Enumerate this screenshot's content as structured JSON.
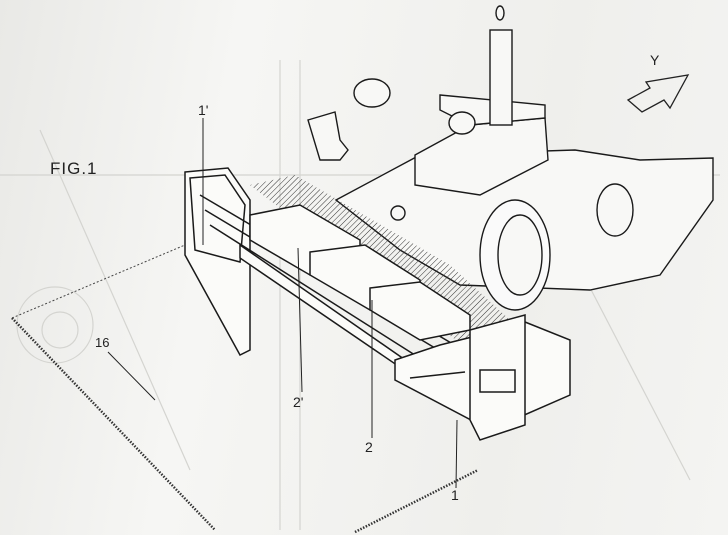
{
  "figure": {
    "title": "FIG.1",
    "direction_label": "Y",
    "reference_labels": {
      "end_plate_left": "1'",
      "ground_surface": "16",
      "extension_screed": "2'",
      "main_screed": "2",
      "end_plate_right": "1"
    }
  }
}
